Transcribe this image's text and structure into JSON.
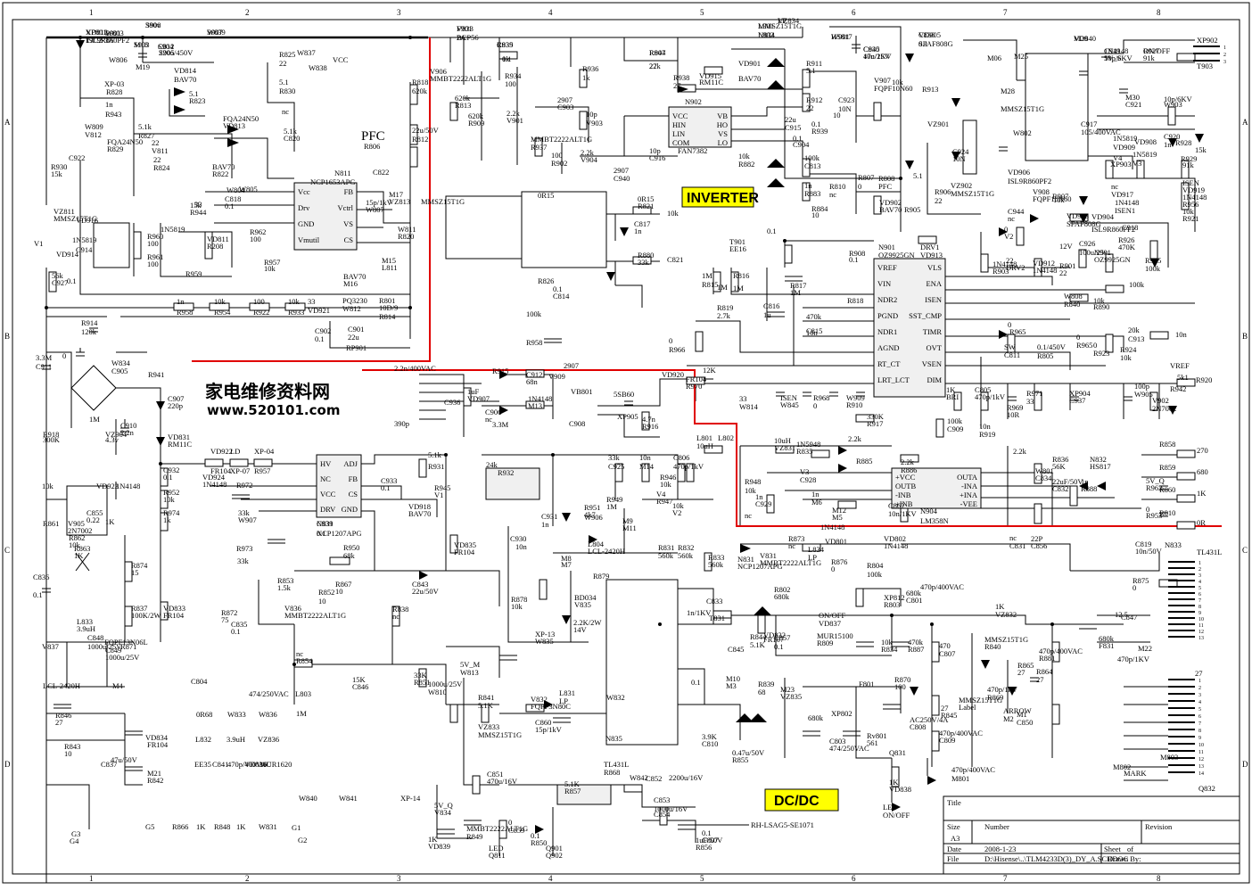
{
  "grid": {
    "cols": [
      "1",
      "2",
      "3",
      "4",
      "5",
      "6",
      "7",
      "8"
    ],
    "rows": [
      "A",
      "B",
      "C",
      "D"
    ]
  },
  "sections": {
    "pfc": "PFC",
    "inverter": "INVERTER",
    "dcdc": "DC/DC"
  },
  "watermark": {
    "cn": "家电维修资料网",
    "url": "www.520101.com"
  },
  "ics": [
    {
      "ref": "N811",
      "part": "NCP1653APG",
      "pins": [
        "Vcc",
        "FB",
        "Drv",
        "Vctrl",
        "GND",
        "VS",
        "Vmutil",
        "CS"
      ]
    },
    {
      "ref": "N902",
      "part": "FAN7382",
      "pins": [
        "VCC",
        "VB",
        "HIN",
        "HO",
        "LIN",
        "VS",
        "COM",
        "LO"
      ]
    },
    {
      "ref": "N901",
      "part": "OZ9925GN",
      "pins": [
        "VREF",
        "VLS",
        "VIN",
        "ENA",
        "NDR2",
        "ISEN",
        "PGND",
        "SST_CMP",
        "NDR1",
        "TIMR",
        "AGND",
        "OVT",
        "RT_CT",
        "VSEN",
        "LRT_LCT",
        "DIM"
      ]
    },
    {
      "ref": "N831",
      "part": "NCP1207APG",
      "pins": [
        "HV",
        "ADJ",
        "NC",
        "FB",
        "VCC",
        "CS",
        "DRV",
        "GND"
      ]
    },
    {
      "ref": "N904",
      "part": "LM358N",
      "pins": [
        "+VCC",
        "OUTA",
        "OUTB",
        "-INA",
        "-INB",
        "+INA",
        "+INB",
        "-VEE"
      ]
    }
  ],
  "labels": [
    "VD812",
    "ISL9R860PF2",
    "W803",
    "M18",
    "C812",
    "220u/450V",
    "W839",
    "380v",
    "F901",
    "2A",
    "R935",
    "1k",
    "R904",
    "27",
    "LP",
    "L901",
    "L902",
    "W901",
    "C935",
    "10n/1KV",
    "VD905",
    "SFAF808G",
    "M29",
    "C919",
    "10p/6KV",
    "R927",
    "91k",
    "XP902",
    "W806",
    "M19",
    "VD814",
    "BAV70",
    "R825",
    "22",
    "W837",
    "W838",
    "VCC",
    "R818",
    "620k",
    "V906",
    "MMBT2222ALT1G",
    "R934",
    "100",
    "R936",
    "1k",
    "R938",
    "27",
    "VD915",
    "RM11C",
    "VD901",
    "BAV70",
    "R911",
    "5.1",
    "R912",
    "22",
    "V907",
    "FQPF10N60",
    "R913",
    "10k",
    "M06",
    "M25",
    "T903",
    "XP-03",
    "R828",
    "5.1",
    "R823",
    "5.1",
    "R830",
    "nc",
    "W809",
    "V812",
    "FQA24N50",
    "R829",
    "5.1k",
    "R827",
    "22",
    "V811",
    "FQA24N50",
    "VD813",
    "BAV70",
    "R822",
    "22",
    "R824",
    "5.1k",
    "C820",
    "22u/50V",
    "R812",
    "620k",
    "R813",
    "620k",
    "R909",
    "2.2k",
    "V901",
    "2907",
    "C903",
    "10p",
    "V903",
    "MMBT2222ALT1G",
    "R937",
    "100",
    "R902",
    "2.2k",
    "V904",
    "2907",
    "C940",
    "10p",
    "C916",
    "22u",
    "C915",
    "0.1",
    "C904",
    "0.1",
    "R939",
    "10",
    "C923",
    "10N",
    "VZ901",
    "MMSZ15T1G",
    "W802",
    "VD906",
    "ISL9R860PF2",
    "M28",
    "C917",
    "105/400VAC",
    "M30",
    "C921",
    "10p/6KV",
    "W903",
    "C920",
    "1n",
    "R928",
    "15k",
    "VD908",
    "1N5819",
    "VD909",
    "1N5819",
    "V3",
    "V4",
    "XP903",
    "R929",
    "91k",
    "R930",
    "15k",
    "C922",
    "1n",
    "R943",
    "15k",
    "R944",
    "33",
    "C822",
    "15p/1kV",
    "W807",
    "M17",
    "VZ813",
    "MMSZ15T1G",
    "VZ811",
    "MMSZ15T1G",
    "C818",
    "0.1",
    "W804",
    "W805",
    "R806",
    "10k",
    "R882",
    "100k",
    "C813",
    "1n",
    "R883",
    "R884",
    "10",
    "R810",
    "nc",
    "R807",
    "0",
    "R808",
    "PFC",
    "VD902",
    "BAV70",
    "R905",
    "5.1",
    "R906",
    "22",
    "C924",
    "10N",
    "VZ902",
    "MMSZ15T1G",
    "V908",
    "FQPF10N60",
    "R907",
    "10k",
    "C944",
    "nc",
    "VD903",
    "SFAF808G",
    "VD904",
    "ISL9R860PF2",
    "C918",
    "nc",
    "VD917",
    "1N4148",
    "ISEN1",
    "ISEN",
    "VD919",
    "1N4148",
    "R956",
    "10k",
    "R921",
    "0",
    "V2",
    "V1",
    "VD914",
    "1N5819",
    "VD916",
    "1N5819",
    "R960",
    "100",
    "R961",
    "100",
    "R962",
    "100",
    "R957",
    "10k",
    "VD811",
    "R208",
    "M15",
    "L811",
    "W811",
    "R820",
    "0R15",
    "R826",
    "0R15",
    "R821",
    "10k",
    "C817",
    "1n",
    "R880",
    "33k",
    "C821",
    "0.1",
    "C814",
    "0.1",
    "T901",
    "EE16",
    "R908",
    "0.1",
    "DRV1",
    "VD913",
    "1N4148",
    "R903",
    "22",
    "DRV2",
    "VD912",
    "1N4148",
    "R901",
    "22",
    "12V",
    "C926",
    "100u/25v",
    "N901",
    "OZ9925GN",
    "R926",
    "470K",
    "R925",
    "100k",
    "C914",
    "0.1",
    "R959",
    "56k",
    "C927",
    "1n",
    "R958",
    "10k",
    "R954",
    "100",
    "R922",
    "10k",
    "R933",
    "33",
    "VD921",
    "BAV70",
    "M16",
    "PQ3230",
    "W812",
    "R801",
    "10D/9",
    "R814",
    "1M",
    "R815",
    "1M",
    "R816",
    "1M",
    "R817",
    "1M",
    "C816",
    "1u",
    "R819",
    "2.7k",
    "R818",
    "470k",
    "C815",
    "10n",
    "W808",
    "R840",
    "10k",
    "R890",
    "100k",
    "R914",
    "120k",
    "C902",
    "0.1",
    "C901",
    "22u",
    "RP901",
    "100k",
    "R958",
    "0",
    "R966",
    "0",
    "R965",
    "0",
    "R923",
    "20k",
    "C913",
    "10n",
    "R924",
    "10k",
    "SW",
    "C811",
    "0.1/450V",
    "R805",
    "0",
    "R965",
    "0",
    "W834",
    "C905",
    "2.2n/400VAC",
    "R915",
    "3.3M",
    "C912",
    "68n",
    "V909",
    "2907",
    "R941",
    "12K",
    "VREF",
    "R942",
    "5k1",
    "R920",
    "3.3M",
    "C911",
    "1uF",
    "VD907",
    "1N4148",
    "M13",
    "VB801",
    "5SB60",
    "XP905",
    "VD920",
    "FR104",
    "R970",
    "33",
    "W814",
    "ISEN",
    "W845",
    "R968",
    "0",
    "W909",
    "R910",
    "1K",
    "BRI",
    "C805",
    "470p/1kV",
    "R969",
    "10R",
    "R971",
    "33",
    "XP904",
    "C937",
    "100p",
    "W905",
    "V902",
    "2N7002",
    "C907",
    "220p",
    "C906",
    "nc",
    "C936",
    "390p",
    "C908",
    "4.7n",
    "R916",
    "330K",
    "R917",
    "100k",
    "C909",
    "10n",
    "R919",
    "1M",
    "C910",
    "2.2n",
    "R918",
    "300K",
    "VZ904",
    "4.3v",
    "VD831",
    "RM11C",
    "VD922",
    "FR104",
    "LD",
    "XP-07",
    "XP-04",
    "R957",
    "5.1k",
    "R931",
    "24k",
    "R932",
    "33k",
    "C925",
    "10n",
    "M14",
    "C806",
    "470p/1kV",
    "L801",
    "10uH",
    "L802",
    "10uH",
    "VZ831",
    "1N5948",
    "R835",
    "2.2k",
    "R885",
    "2.2k",
    "R886",
    "2.2k",
    "R836",
    "56K",
    "N832",
    "HS817",
    "R858",
    "270",
    "R859",
    "680",
    "R860",
    "1K",
    "R810",
    "0R",
    "5V_Q",
    "R963",
    "0",
    "R953",
    "10k",
    "VD923",
    "1N4148",
    "VD924",
    "1N4148",
    "R972",
    "33k",
    "W907",
    "C933",
    "0.1",
    "VD918",
    "BAV70",
    "R945",
    "V1",
    "R946",
    "10k",
    "V4",
    "R947",
    "10k",
    "V2",
    "R948",
    "10k",
    "V3",
    "C928",
    "1n",
    "C929",
    "1n",
    "M6",
    "M12",
    "M5",
    "C862",
    "10n/1KV",
    "W801",
    "C834",
    "22uF/50V",
    "C832",
    "1n",
    "R888",
    "nc",
    "C831",
    "22P",
    "C856",
    "nc",
    "C855",
    "0.22",
    "R861",
    "1K",
    "V905",
    "2N7002",
    "C932",
    "0.1",
    "R952",
    "10k",
    "R974",
    "1k",
    "C939",
    "0.1",
    "R973",
    "33k",
    "R950",
    "68k",
    "C930",
    "10n",
    "R949",
    "1M",
    "C931",
    "1n",
    "R951",
    "4k7",
    "W906",
    "L804",
    "LCL-2420H",
    "M8",
    "M7",
    "M9",
    "M11",
    "R831",
    "560k",
    "R832",
    "560k",
    "R833",
    "560k",
    "N831",
    "NCP1207APG",
    "V831",
    "MMBT2222ALT1G",
    "R873",
    "nc",
    "L834",
    "LP",
    "R876",
    "0",
    "R804",
    "100k",
    "VD801",
    "1N4148",
    "VD802",
    "1N4148",
    "C819",
    "10n/50V",
    "N833",
    "TL431L",
    "R862",
    "10k",
    "R863",
    "1K",
    "R874",
    "15",
    "VD835",
    "FR104",
    "C843",
    "22u/50V",
    "R867",
    "10",
    "R852",
    "10",
    "R853",
    "1.5k",
    "V836",
    "MMBT2222ALT1G",
    "R878",
    "10k",
    "BD034",
    "V835",
    "R879",
    "2.2K/2W",
    "14V",
    "XP812",
    "R803",
    "680k",
    "C801",
    "470p/400VAC",
    "R802",
    "680k",
    "R875",
    "0",
    "VD833",
    "FR104",
    "R872",
    "75",
    "C835",
    "0.1",
    "R838",
    "nc",
    "C836",
    "0.1",
    "R837",
    "100K/2W",
    "C833",
    "1n/1KV",
    "T831",
    "VD832",
    "FR107",
    "C857",
    "0.1",
    "R844",
    "5.1K",
    "ON/OFF",
    "VD837",
    "MUR15100",
    "R809",
    "10k",
    "R834",
    "470k",
    "R887",
    "1K",
    "VZ832",
    "MMSZ15T1G",
    "R840",
    "470",
    "C807",
    "470p/400VAC",
    "R881",
    "680k",
    "F831",
    "M22",
    "12.5",
    "C847",
    "470p/1KV",
    "R864",
    "27",
    "R865",
    "27",
    "L833",
    "3.9uH",
    "C848",
    "1000u/25V",
    "C849",
    "1000u/25V",
    "V837",
    "FQPF13N06L",
    "R871",
    "nc",
    "R854",
    "33K",
    "R851",
    "15K",
    "C846",
    "1000u/25V",
    "W810",
    "5V_M",
    "W813",
    "XP-13",
    "W835",
    "C845",
    "0.1",
    "R870",
    "100",
    "C804",
    "474/250VAC",
    "L803",
    "LCL-2420H",
    "M4",
    "M10",
    "M3",
    "R839",
    "68",
    "R841",
    "5.1K",
    "VZ833",
    "MMSZ15T1G",
    "V832",
    "FQPF3N80C",
    "C860",
    "15p/1kV",
    "L831",
    "LP",
    "W832",
    "M23",
    "VZ835",
    "MMSZ15T1G",
    "Label",
    "ARROW",
    "M2",
    "M1",
    "C850",
    "470p/1kV",
    "R869",
    "27",
    "R845",
    "27",
    "R846",
    "27",
    "R843",
    "10",
    "C837",
    "47u/50V",
    "VD834",
    "FR104",
    "M21",
    "R842",
    "0R68",
    "W833",
    "W836",
    "L832",
    "3.9uH",
    "VZ836",
    "1M",
    "N835",
    "TL431L",
    "R868",
    "3.9K",
    "C810",
    "0.47u/50V",
    "R855",
    "680k",
    "XP802",
    "C803",
    "474/250VAC",
    "Rv801",
    "561",
    "F801",
    "AC250V/4A",
    "C808",
    "470p/400VAC",
    "C809",
    "470p/400VAC",
    "M801",
    "M802",
    "M803",
    "MARK",
    "Q832",
    "EE35",
    "C841",
    "470p/400VAC",
    "VD836",
    "MUR1620",
    "C851",
    "470u/16V",
    "W842",
    "C852",
    "2200u/16V",
    "C853",
    "1000u/16V",
    "C854",
    "0.1",
    "C807",
    "1uF/50V",
    "R856",
    "1K",
    "VD838",
    "LED",
    "ON/OFF",
    "W840",
    "W841",
    "XP-14",
    "G1",
    "G2",
    "G3",
    "G4",
    "G5",
    "R866",
    "1K",
    "R848",
    "1K",
    "W831",
    "5V_Q",
    "V834",
    "MMBT2222ALT1G",
    "R849",
    "0",
    "C859",
    "0.1",
    "R850",
    "5.1K",
    "R857",
    "1K",
    "VD839",
    "LED",
    "Q811",
    "Q901",
    "Q902",
    "Q831",
    "RH-LSAG5-SE1071",
    "XP801",
    "TJC2-3A",
    "S901",
    "S903",
    "S904",
    "S905",
    "S907",
    "S908",
    "V833",
    "BCP56",
    "C839",
    "0.1",
    "R847",
    "22k",
    "VZ834",
    "MMSZ15T1G",
    "N834",
    "HS817",
    "C840",
    "47u/25V",
    "C838",
    "0.1",
    "VD840",
    "1N4148",
    "5V_S",
    "ON/OFF"
  ],
  "title_block": {
    "title_label": "Title",
    "size_label": "Size",
    "size": "A3",
    "number_label": "Number",
    "revision_label": "Revision",
    "date_label": "Date",
    "date": "2008-1-23",
    "sheet_label": "Sheet",
    "of_label": "of",
    "file_label": "File",
    "file": "D:\\Hisense\\..\\TLM4233D(3)_DY_A.SCHDOC",
    "drawn_label": "Drawn By:"
  }
}
